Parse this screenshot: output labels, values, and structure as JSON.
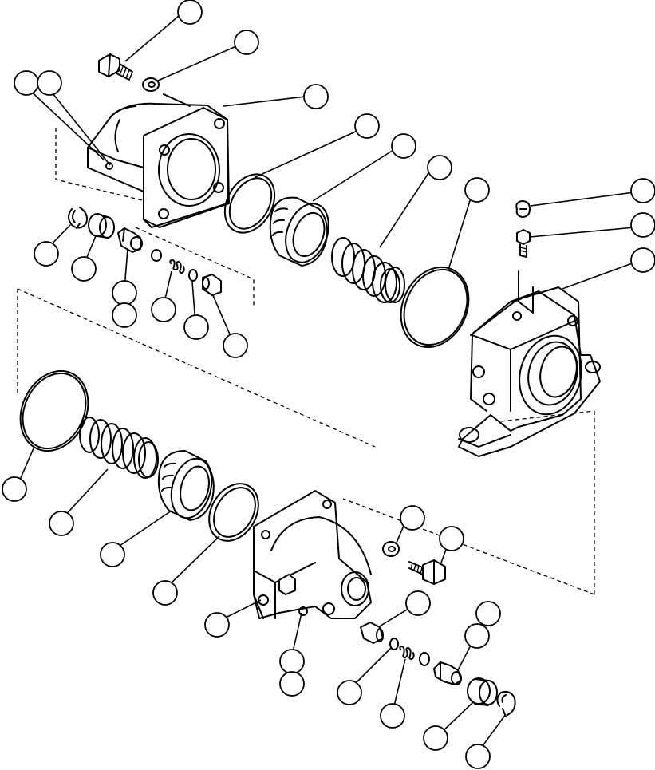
{
  "diagram": {
    "type": "exploded-parts-diagram",
    "callout_count": 36,
    "callout_labels_visible": false,
    "colors": {
      "line": "#000000",
      "background": "#ffffff"
    },
    "parts": [
      "bolt-upper",
      "washer-upper",
      "cover-housing-upper",
      "o-ring-upper",
      "piston-upper",
      "spring-upper",
      "large-o-ring-upper",
      "grease-cap",
      "grease-fitting",
      "mount-bracket-housing",
      "snap-ring-upper",
      "bushing-upper",
      "plug-upper",
      "check-ball-upper",
      "check-spring-upper",
      "check-seat-upper",
      "large-o-ring-lower",
      "spring-lower",
      "piston-lower",
      "o-ring-lower",
      "cover-housing-lower",
      "washer-lower",
      "bolt-lower",
      "check-seat-lower",
      "check-ball-lower",
      "check-spring-lower",
      "plug-lower",
      "bushing-lower",
      "snap-ring-lower"
    ]
  }
}
